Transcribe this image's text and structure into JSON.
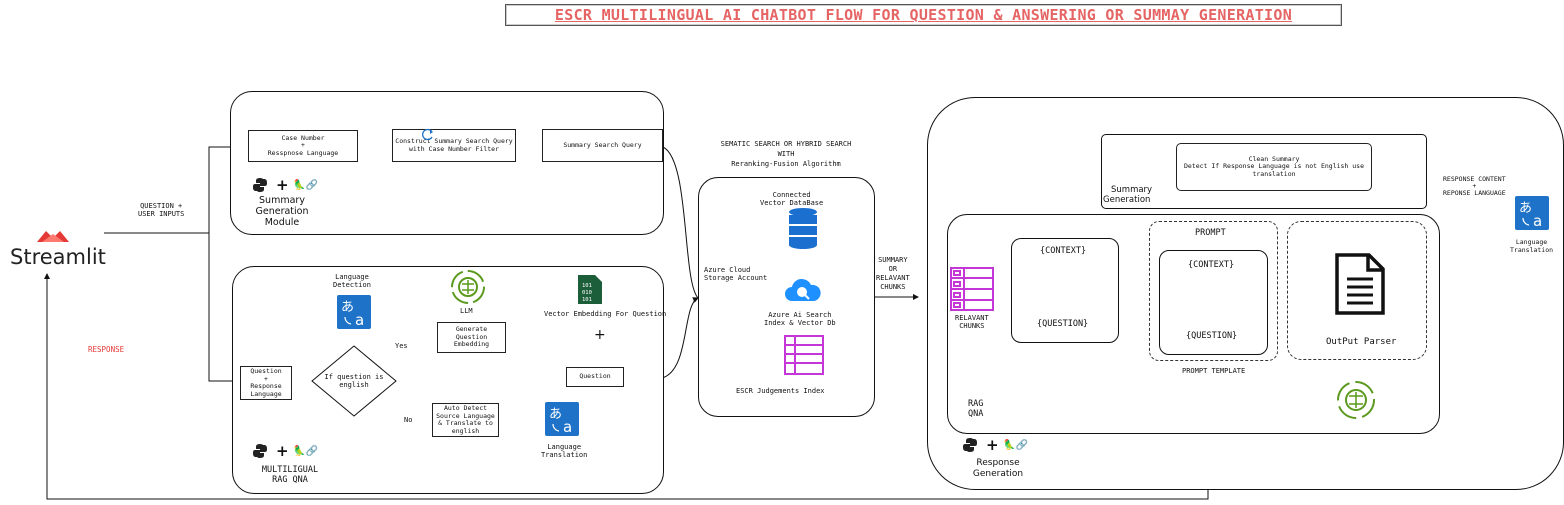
{
  "title": "ESCR MULTILINGUAL AI CHATBOT FLOW FOR QUESTION & ANSWERING OR SUMMAY GENERATION",
  "streamlit": {
    "label": "Streamlit"
  },
  "flow_labels": {
    "question_inputs": [
      "QUESTION +",
      "USER INPUTS"
    ],
    "response": "RESPONSE",
    "summary_or_chunks": [
      "SUMMARY",
      "OR",
      "RELAVANT",
      "CHUNKS"
    ],
    "response_content": [
      "RESPONSE CONTENT",
      "+",
      "REPONSE LANGUAGE"
    ]
  },
  "summary_module": {
    "box1": [
      "Case Number",
      "+",
      "Resspnose Language"
    ],
    "box2": [
      "Construct Summary Search Query",
      "with Case Number Filter"
    ],
    "box3": "Summary Search Query",
    "caption": [
      "Summary",
      "Generation",
      "Module"
    ]
  },
  "rag_module": {
    "lang_detection": [
      "Language",
      "Detection"
    ],
    "llm": "LLM",
    "vector_embedding": "Vector Embedding For Question",
    "input_box": [
      "Question",
      "+",
      "Response",
      "Language"
    ],
    "decision": [
      "If question is",
      "english"
    ],
    "yes": "Yes",
    "no": "No",
    "embed_box": [
      "Generate",
      "Question",
      "Embedding"
    ],
    "plus": "+",
    "question_box": "Question",
    "translate_box": [
      "Auto Detect",
      "Source Language",
      "& Translate to",
      "english"
    ],
    "lang_translation": [
      "Language",
      "Translation"
    ],
    "caption": [
      "MULTILIGUAL",
      "RAG QNA"
    ]
  },
  "search": {
    "heading": [
      "SEMATIC SEARCH OR HYBRID SEARCH",
      "WITH",
      "Reranking-Fusion Algorithm"
    ],
    "vector_db": [
      "Connected",
      "Vector DataBase"
    ],
    "cloud": [
      "Azure Cloud",
      "Storage Account"
    ],
    "ai_search": [
      "Azure Ai Search",
      "Index & Vector Db"
    ],
    "index": "ESCR Judgements Index"
  },
  "response_generation": {
    "summary_text": [
      "Clean Summary",
      "Detect If Response Language is not English use",
      "translation"
    ],
    "summary_caption": [
      "Summary",
      "Generation"
    ],
    "chunks": [
      "RELAVANT",
      "CHUNKS"
    ],
    "context": "{CONTEXT}",
    "question": "{QUESTION}",
    "prompt": "PROMPT",
    "prompt_template": "PROMPT TEMPLATE",
    "output_parser": "OutPut Parser",
    "rag_caption": [
      "RAG",
      "QNA"
    ],
    "caption": [
      "Response",
      "Generation"
    ]
  },
  "right_translation": [
    "Language",
    "Translation"
  ],
  "colors": {
    "title": "#e56464",
    "accent_red": "#e53935",
    "translate_blue": "#1e73c8",
    "db_blue": "#1a6fcf",
    "magenta": "#c437d6",
    "llm_green": "#5b9a1f"
  }
}
